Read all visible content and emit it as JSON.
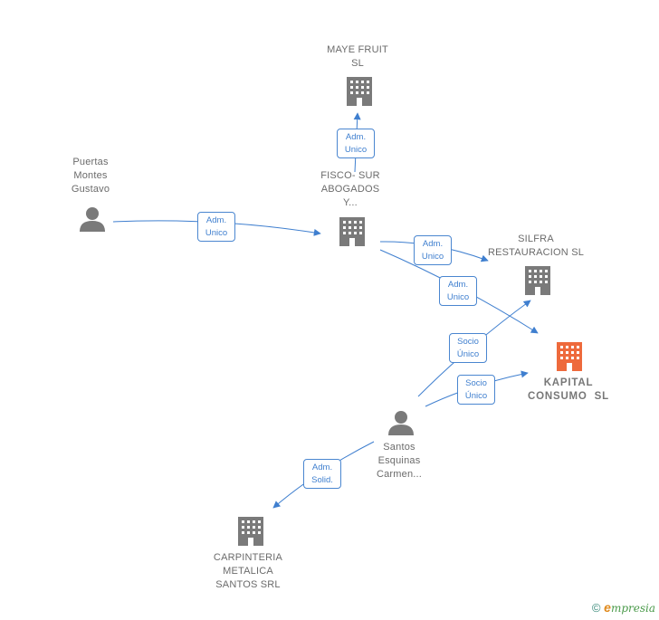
{
  "nodes": {
    "maye_fruit": {
      "lines": [
        "MAYE FRUIT",
        "SL"
      ],
      "type": "company"
    },
    "fisco_sur": {
      "lines": [
        "FISCO- SUR",
        "ABOGADOS",
        "Y..."
      ],
      "type": "company"
    },
    "puertas": {
      "lines": [
        "Puertas",
        "Montes",
        "Gustavo"
      ],
      "type": "person"
    },
    "silfra": {
      "lines": [
        "SILFRA",
        "RESTAURACION SL"
      ],
      "type": "company"
    },
    "kapital": {
      "lines": [
        "KAPITAL",
        "CONSUMO  SL"
      ],
      "type": "company",
      "focus": true
    },
    "santos": {
      "lines": [
        "Santos",
        "Esquinas",
        "Carmen..."
      ],
      "type": "person"
    },
    "carpinteria": {
      "lines": [
        "CARPINTERIA",
        "METALICA",
        "SANTOS SRL"
      ],
      "type": "company"
    }
  },
  "edges": [
    {
      "from": "fisco_sur",
      "to": "maye_fruit",
      "label": [
        "Adm.",
        "Unico"
      ]
    },
    {
      "from": "puertas",
      "to": "fisco_sur",
      "label": [
        "Adm.",
        "Unico"
      ]
    },
    {
      "from": "fisco_sur",
      "to": "silfra",
      "label": [
        "Adm.",
        "Unico"
      ]
    },
    {
      "from": "fisco_sur",
      "to": "kapital",
      "label": [
        "Adm.",
        "Unico"
      ]
    },
    {
      "from": "santos",
      "to": "silfra",
      "label": [
        "Socio",
        "Único"
      ]
    },
    {
      "from": "santos",
      "to": "kapital",
      "label": [
        "Socio",
        "Único"
      ]
    },
    {
      "from": "santos",
      "to": "carpinteria",
      "label": [
        "Adm.",
        "Solid."
      ]
    }
  ],
  "colors": {
    "company": "#7a7a7a",
    "focus_company": "#ee6a3c",
    "person": "#7a7a7a",
    "edge": "#3f7fcf"
  },
  "footer": {
    "copyright": "©",
    "brand_initial": "e",
    "brand_rest": "mpresia"
  }
}
